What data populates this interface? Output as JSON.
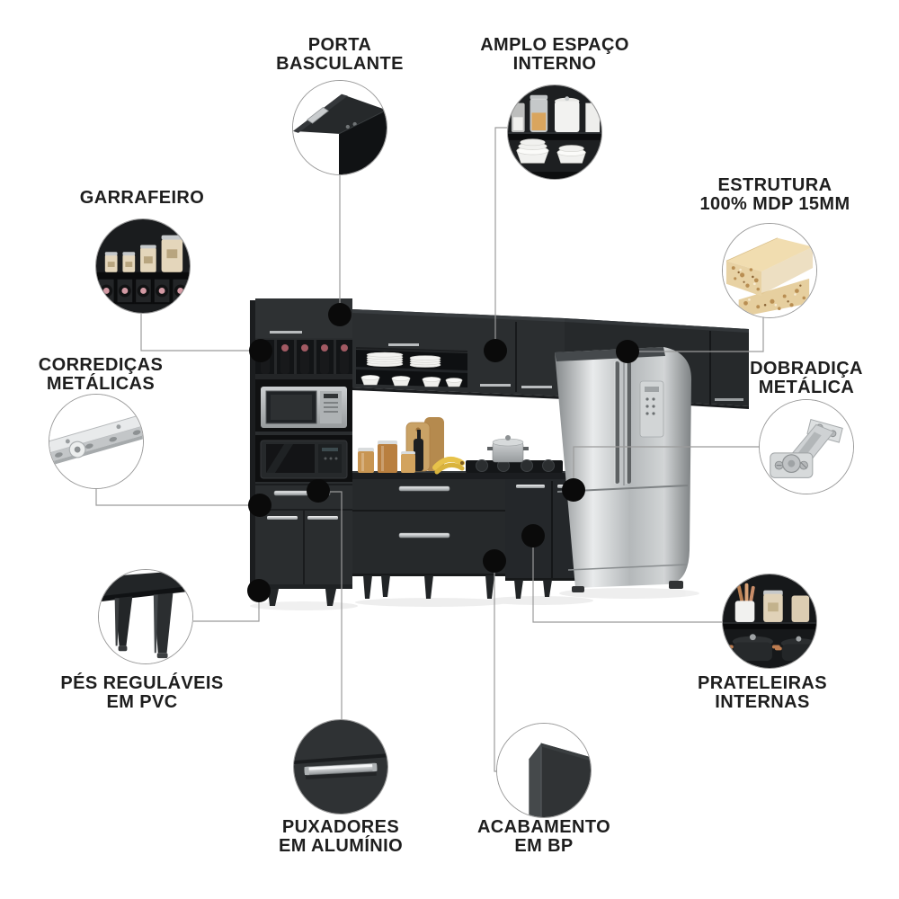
{
  "figure": {
    "kind": "product-feature-infographic",
    "product_name": "black-kitchen-cabinet-set-with-refrigerator"
  },
  "callouts": [
    {
      "id": "porta-basculante",
      "label": "PORTA\nBASCULANTE",
      "icon": "flap-door-photo"
    },
    {
      "id": "amplo-espaco-interno",
      "label": "AMPLO ESPAÇO\nINTERNO",
      "icon": "inner-shelves-dishes-photo"
    },
    {
      "id": "garrafeiro",
      "label": "GARRAFEIRO",
      "icon": "bottle-rack-photo"
    },
    {
      "id": "estrutura-mdp",
      "label": "ESTRUTURA\n100% MDP 15MM",
      "icon": "mdp-board-photo"
    },
    {
      "id": "corredicas-metalicas",
      "label": "CORREDIÇAS\nMETÁLICAS",
      "icon": "metal-drawer-slide-photo"
    },
    {
      "id": "dobradica-metalica",
      "label": "DOBRADIÇA\nMETÁLICA",
      "icon": "metal-hinge-photo"
    },
    {
      "id": "pes-regulaveis",
      "label": "PÉS REGULÁVEIS\nEM PVC",
      "icon": "pvc-adjustable-feet-photo"
    },
    {
      "id": "prateleiras-internas",
      "label": "PRATELEIRAS\nINTERNAS",
      "icon": "internal-shelves-pots-photo"
    },
    {
      "id": "puxadores-aluminio",
      "label": "PUXADORES\nEM ALUMÍNIO",
      "icon": "aluminium-handle-photo"
    },
    {
      "id": "acabamento-bp",
      "label": "ACABAMENTO\nEM BP",
      "icon": "bp-finish-corner-photo"
    }
  ],
  "scene_items": [
    "tall-cabinet",
    "wine-rack",
    "microwave",
    "oven",
    "wall-cabinets",
    "open-shelf-dishes",
    "refrigerator",
    "cooktop",
    "pot",
    "jars",
    "cutting-boards",
    "bananas",
    "counter-drawers",
    "base-doors",
    "adjustable-feet"
  ],
  "colors": {
    "background": "#ffffff",
    "label_text": "#1e1e1e",
    "connector_line": "#9b9b9b",
    "anchor_dot": "#0a0a0a",
    "cabinet_black": "#2a2d2f",
    "fridge_steel": "#c6c9cb",
    "mdp_wood": "#ecd9a8",
    "handle_aluminium": "#c9ccce",
    "bottle_cap_rose": "#c08a93",
    "canister_beige": "#e2d3b8"
  }
}
